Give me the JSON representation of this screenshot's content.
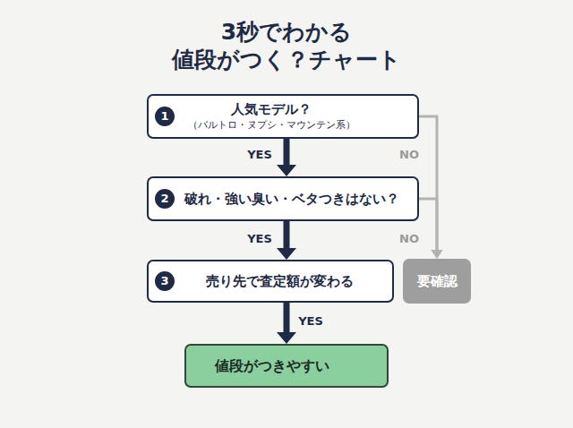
{
  "diagram": {
    "title": "3秒でわかる 値段がつく？チャート",
    "nodes": [
      {
        "text": [
          "1",
          "人気モデル？",
          "（バルトロ・ヌプシ・マウンテン系）"
        ]
      },
      {
        "text": [
          "2",
          "破れ・強い臭い・ベタつきはない？"
        ]
      },
      {
        "text": [
          "3",
          "売り先で査定額が変わる"
        ]
      },
      {
        "text": [
          "要確認"
        ]
      },
      {
        "text": [
          "値段がつきやすい"
        ]
      }
    ],
    "edges": [
      {
        "from": 0,
        "to": 1,
        "arrow": "to",
        "label": "YES"
      },
      {
        "from": 1,
        "to": 2,
        "arrow": "to",
        "label": "YES"
      },
      {
        "from": 2,
        "to": 4,
        "arrow": "to",
        "label": "YES"
      },
      {
        "from": 0,
        "to": 3,
        "arrow": "to",
        "label": "NO"
      },
      {
        "from": 1,
        "to": 3,
        "arrow": "to",
        "label": "NO"
      }
    ]
  }
}
